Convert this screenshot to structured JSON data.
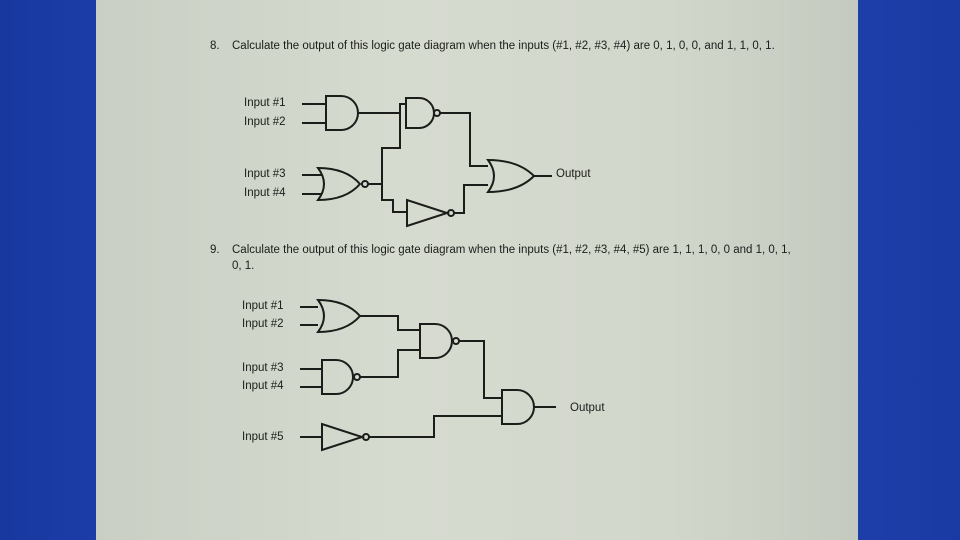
{
  "q8": {
    "number": "8.",
    "text": "Calculate the output of this logic gate diagram when the inputs (#1, #2, #3, #4) are 0, 1, 0, 0, and 1, 1, 0, 1.",
    "inputs": [
      "Input #1",
      "Input #2",
      "Input #3",
      "Input #4"
    ],
    "output": "Output"
  },
  "q9": {
    "number": "9.",
    "text": "Calculate the output of this logic gate diagram when the inputs (#1, #2, #3, #4, #5) are 1, 1, 1, 0, 0 and 1, 0, 1, 0, 1.",
    "inputs": [
      "Input #1",
      "Input #2",
      "Input #3",
      "Input #4",
      "Input #5"
    ],
    "output": "Output"
  }
}
